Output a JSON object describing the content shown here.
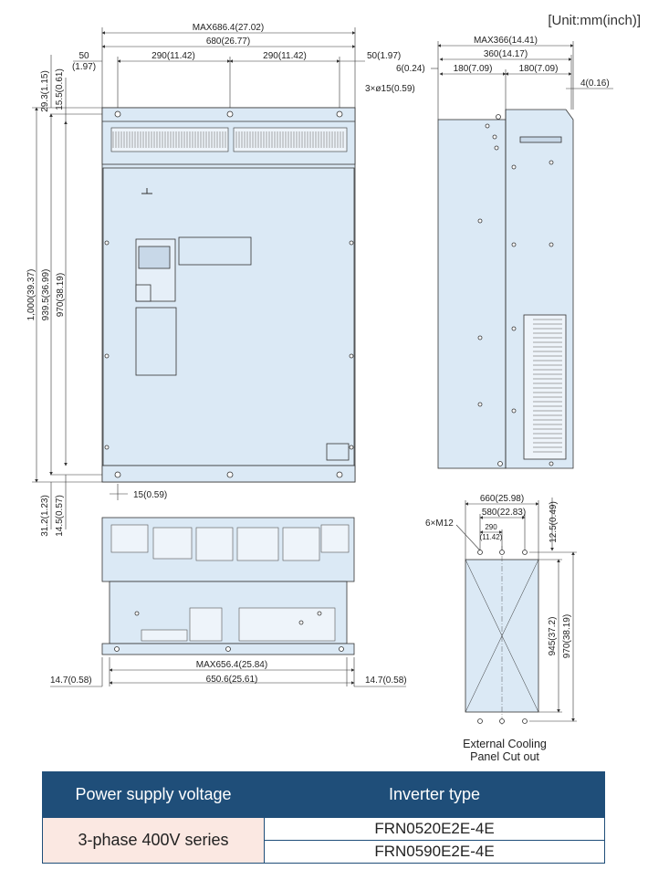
{
  "unit_label": "[Unit:mm(inch)]",
  "front_view": {
    "top_dims": [
      "MAX686.4(27.02)",
      "680(26.77)",
      "50",
      "(1.97)",
      "290(11.42)",
      "290(11.42)",
      "50(1.97)"
    ],
    "hole_note": "3×ø15(0.59)",
    "left_dims": [
      "29.3(1.15)",
      "15.5(0.61)",
      "1,000(39.37)",
      "939.5(36.99)",
      "970(38.19)",
      "31.2(1.23)",
      "14.5(0.57)"
    ],
    "bottom_dim": "15(0.59)"
  },
  "side_view": {
    "dims": [
      "MAX366(14.41)",
      "360(14.17)",
      "6(0.24)",
      "180(7.09)",
      "180(7.09)",
      "4(0.16)"
    ]
  },
  "bottom_view": {
    "dims": [
      "MAX656.4(25.84)",
      "650.6(25.61)",
      "14.7(0.58)",
      "14.7(0.58)"
    ]
  },
  "cutout_view": {
    "dims": [
      "660(25.98)",
      "580(22.83)",
      "290",
      "(11.42)",
      "6×M12",
      "12.5(0.49)",
      "945(37.2)",
      "970(38.19)"
    ],
    "caption_line1": "External Cooling",
    "caption_line2": "Panel Cut out"
  },
  "spec_table": {
    "headers": [
      "Power supply voltage",
      "Inverter type"
    ],
    "voltage": "3-phase 400V series",
    "models": [
      "FRN0520E2E-4E",
      "FRN0590E2E-4E"
    ]
  },
  "colors": {
    "panel_fill": "#dbe9f5",
    "line": "#333333",
    "table_header": "#1f4e79",
    "table_voltage_bg": "#fbe8e2"
  }
}
